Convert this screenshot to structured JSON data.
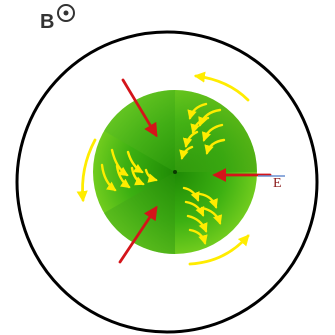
{
  "labels": {
    "magnetic_field": "B",
    "electric_field": "E"
  },
  "icons": {
    "field_out_of_page": "dot-in-circle-icon",
    "red_arrows": "red-arrow",
    "yellow_arrows": "yellow-curved-arrow"
  },
  "colors": {
    "outer_circle": "#000000",
    "disk_light": "#7ed321",
    "disk_mid": "#3cb012",
    "disk_dark": "#1e8a05",
    "red_arrow": "#d4141a",
    "yellow_arrow": "#ffec00",
    "e_arrow_tail": "#6a8fd0",
    "label_b": "#333333",
    "label_e": "#8b1a1a"
  },
  "elements": {
    "outer_ring_count": 1,
    "green_disk_sectors": 3,
    "red_force_arrows": 3,
    "yellow_flow_arrows_outer": 3,
    "yellow_flow_arrows_inner_rows": 3
  }
}
